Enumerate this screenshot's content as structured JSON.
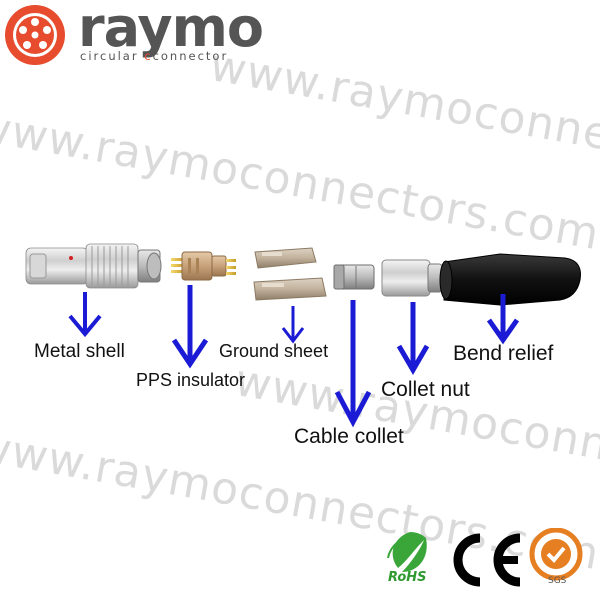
{
  "logo": {
    "brand": "raymo",
    "tagline_part1": "circular",
    "tagline_part2": "connector",
    "color_brand": "#555555",
    "color_accent": "#e74c2e"
  },
  "watermark": {
    "text": "www.raymoconnectors.com"
  },
  "parts": [
    {
      "id": "metal-shell",
      "label": "Metal shell"
    },
    {
      "id": "pps-insulator",
      "label": "PPS insulator"
    },
    {
      "id": "ground-sheet",
      "label": "Ground sheet"
    },
    {
      "id": "cable-collet",
      "label": "Cable collet"
    },
    {
      "id": "collet-nut",
      "label": "Collet nut"
    },
    {
      "id": "bend-relief",
      "label": "Bend relief"
    }
  ],
  "certifications": {
    "rohs": "RoHS",
    "ce": "CE",
    "sgs": "SGS"
  },
  "colors": {
    "arrow": "#1b1bd6",
    "label_text": "#111111",
    "watermark": "#dadada"
  }
}
